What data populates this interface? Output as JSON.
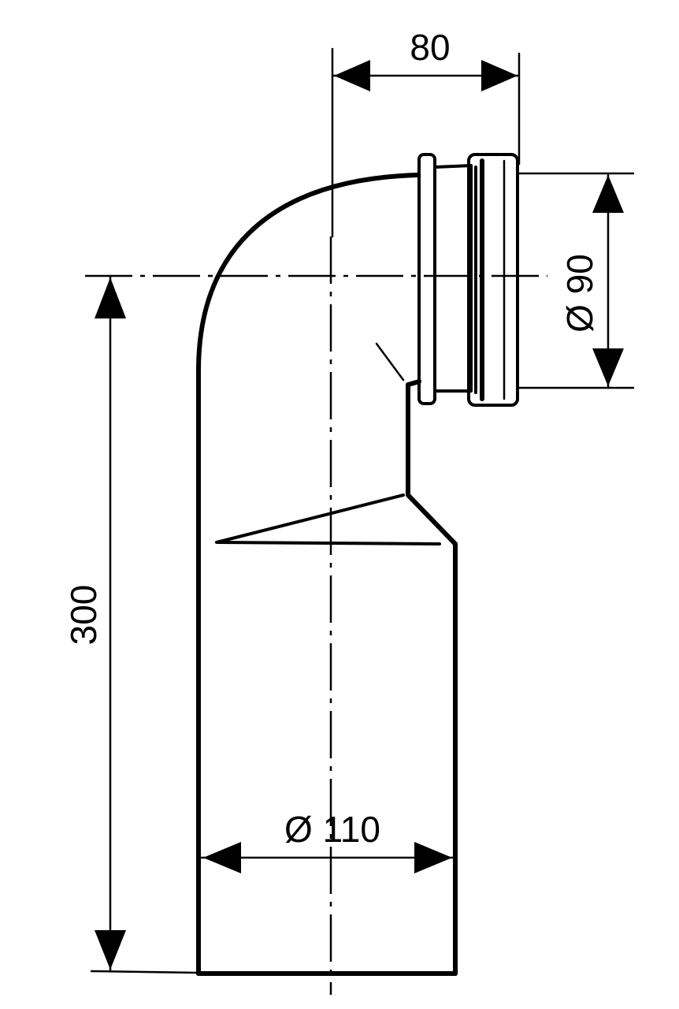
{
  "dimensions": {
    "width_top": "80",
    "outlet_diameter": "Ø 90",
    "height": "300",
    "inlet_diameter": "Ø 110"
  }
}
